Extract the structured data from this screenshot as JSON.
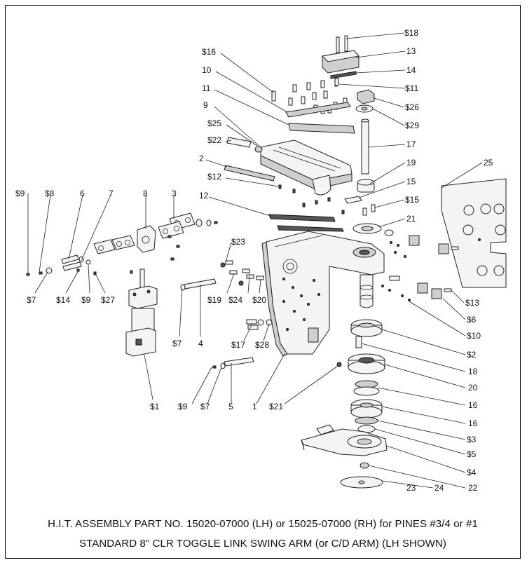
{
  "caption": {
    "line1": "H.I.T. ASSEMBLY PART NO. 15020-07000 (LH) or 15025-07000 (RH) for PINES #3/4 or #1",
    "line2": "STANDARD 8\" CLR TOGGLE LINK SWING ARM (or C/D ARM) (LH SHOWN)"
  },
  "callouts": [
    {
      "id": "c-s18",
      "text": "$18"
    },
    {
      "id": "c-13a",
      "text": "13"
    },
    {
      "id": "c-14",
      "text": "14"
    },
    {
      "id": "c-s11",
      "text": "$11"
    },
    {
      "id": "c-s26",
      "text": "$26"
    },
    {
      "id": "c-s29",
      "text": "$29"
    },
    {
      "id": "c-17",
      "text": "17"
    },
    {
      "id": "c-19",
      "text": "19"
    },
    {
      "id": "c-15",
      "text": "15"
    },
    {
      "id": "c-s15",
      "text": "$15"
    },
    {
      "id": "c-21",
      "text": "21"
    },
    {
      "id": "c-25",
      "text": "25"
    },
    {
      "id": "c-s16",
      "text": "$16"
    },
    {
      "id": "c-10a",
      "text": "10"
    },
    {
      "id": "c-11",
      "text": "11"
    },
    {
      "id": "c-9",
      "text": "9"
    },
    {
      "id": "c-s25",
      "text": "$25"
    },
    {
      "id": "c-s22",
      "text": "$22"
    },
    {
      "id": "c-2",
      "text": "2"
    },
    {
      "id": "c-s12",
      "text": "$12"
    },
    {
      "id": "c-12",
      "text": "12"
    },
    {
      "id": "c-s9a",
      "text": "$9"
    },
    {
      "id": "c-s8",
      "text": "$8"
    },
    {
      "id": "c-6",
      "text": "6"
    },
    {
      "id": "c-7",
      "text": "7"
    },
    {
      "id": "c-8",
      "text": "8"
    },
    {
      "id": "c-3",
      "text": "3"
    },
    {
      "id": "c-s23",
      "text": "$23"
    },
    {
      "id": "c-s7a",
      "text": "$7"
    },
    {
      "id": "c-s14",
      "text": "$14"
    },
    {
      "id": "c-s9b",
      "text": "$9"
    },
    {
      "id": "c-s27",
      "text": "$27"
    },
    {
      "id": "c-s7b",
      "text": "$7"
    },
    {
      "id": "c-4",
      "text": "4"
    },
    {
      "id": "c-s19",
      "text": "$19"
    },
    {
      "id": "c-s24",
      "text": "$24"
    },
    {
      "id": "c-s20",
      "text": "$20"
    },
    {
      "id": "c-s17",
      "text": "$17"
    },
    {
      "id": "c-s28",
      "text": "$28"
    },
    {
      "id": "c-s1",
      "text": "$1"
    },
    {
      "id": "c-s9c",
      "text": "$9"
    },
    {
      "id": "c-s7c",
      "text": "$7"
    },
    {
      "id": "c-5a",
      "text": "5"
    },
    {
      "id": "c-1",
      "text": "1"
    },
    {
      "id": "c-s21",
      "text": "$21"
    },
    {
      "id": "c-s13",
      "text": "$13"
    },
    {
      "id": "c-s6",
      "text": "$6"
    },
    {
      "id": "c-s10",
      "text": "$10"
    },
    {
      "id": "c-s2",
      "text": "$2"
    },
    {
      "id": "c-18",
      "text": "18"
    },
    {
      "id": "c-20",
      "text": "20"
    },
    {
      "id": "c-16a",
      "text": "16"
    },
    {
      "id": "c-16b",
      "text": "16"
    },
    {
      "id": "c-s3",
      "text": "$3"
    },
    {
      "id": "c-s5",
      "text": "$5"
    },
    {
      "id": "c-s4",
      "text": "$4"
    },
    {
      "id": "c-22",
      "text": "22"
    },
    {
      "id": "c-24",
      "text": "24"
    },
    {
      "id": "c-23",
      "text": "23"
    }
  ]
}
